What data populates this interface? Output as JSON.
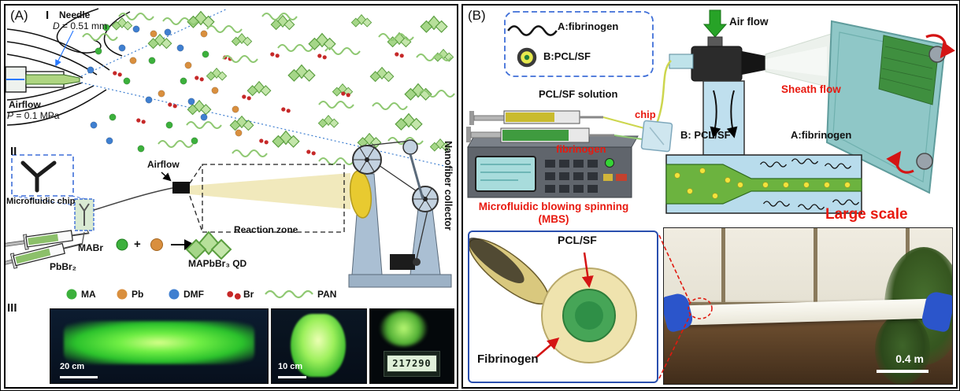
{
  "figure": {
    "panelA": {
      "label": "(A)",
      "s1": {
        "num": "I",
        "needle": "Needle",
        "d_var": "D",
        "d_val": "= 0.51 mm",
        "airflow": "Airflow",
        "p_var": "P",
        "p_val": "= 0.1 MPa"
      },
      "s2": {
        "num": "II",
        "chip": "Microfluidic chip",
        "airflow": "Airflow",
        "syringe1": "MABr",
        "syringe2": "PbBr₂",
        "zone": "Reaction zone",
        "plus": "+",
        "product": "MAPbBr₃ QD",
        "collector": "Nanofiber collector"
      },
      "legend": [
        {
          "name": "MA",
          "color": "#3cb03c"
        },
        {
          "name": "Pb",
          "color": "#d98f3e"
        },
        {
          "name": "DMF",
          "color": "#3f7fd0"
        },
        {
          "name": "Br",
          "color": "#c62828"
        },
        {
          "name": "PAN",
          "color": "#8fc872"
        }
      ],
      "s3": {
        "num": "III",
        "scale1": "20 cm",
        "scale2": "10 cm",
        "meter": "217290"
      }
    },
    "panelB": {
      "label": "(B)",
      "legend": {
        "a": "A:fibrinogen",
        "b": "B:PCL/SF"
      },
      "air_flow": "Air flow",
      "solution": "PCL/SF solution",
      "chip": "chip",
      "fibrinogen": "fibrinogen",
      "mbs_line1": "Microfluidic blowing spinning",
      "mbs_line2": "(MBS)",
      "sheath": "Sheath flow",
      "channel_b": "B: PCL/SF",
      "channel_a": "A:fibrinogen",
      "large_scale": "Large scale",
      "inset": {
        "core": "PCL/SF",
        "shell": "Fibrinogen"
      },
      "photo_scale": "0.4 m",
      "accent_red": "#e8190f"
    }
  }
}
